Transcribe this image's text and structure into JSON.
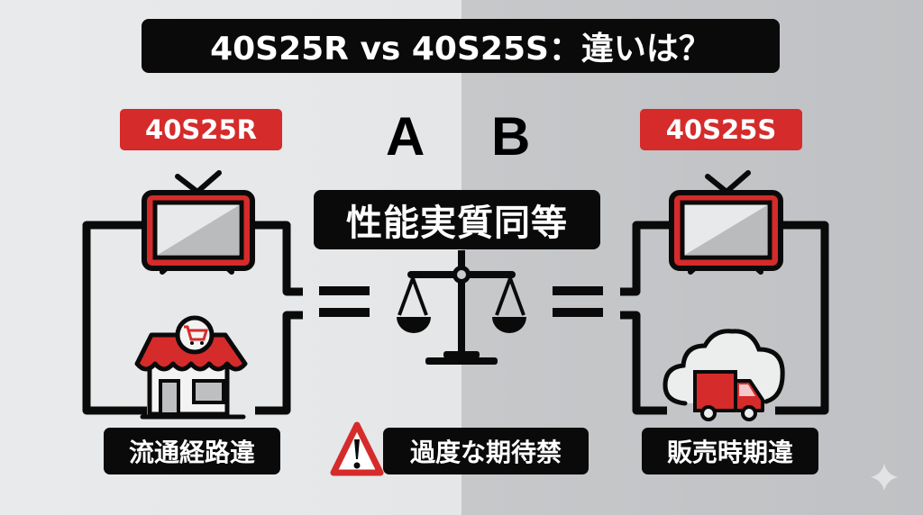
{
  "title": "40S25R vs 40S25S：違いは？",
  "left": {
    "model": "40S25R",
    "letter": "A",
    "channel_label": "流通経路違",
    "channel_icon": "store-icon"
  },
  "right": {
    "model": "40S25S",
    "letter": "B",
    "channel_label": "販売時期違",
    "channel_icon": "cloud-delivery-truck-icon"
  },
  "center": {
    "label": "性能実質同等",
    "icon": "balance-scale-icon",
    "warning_label": "過度な期待禁",
    "warning_icon": "warning-triangle-icon"
  },
  "colors": {
    "accent_red": "#d52b2b",
    "label_black": "#0a0a0a",
    "bg_left": "#e6e8ea",
    "bg_right": "#c3c5c8"
  }
}
